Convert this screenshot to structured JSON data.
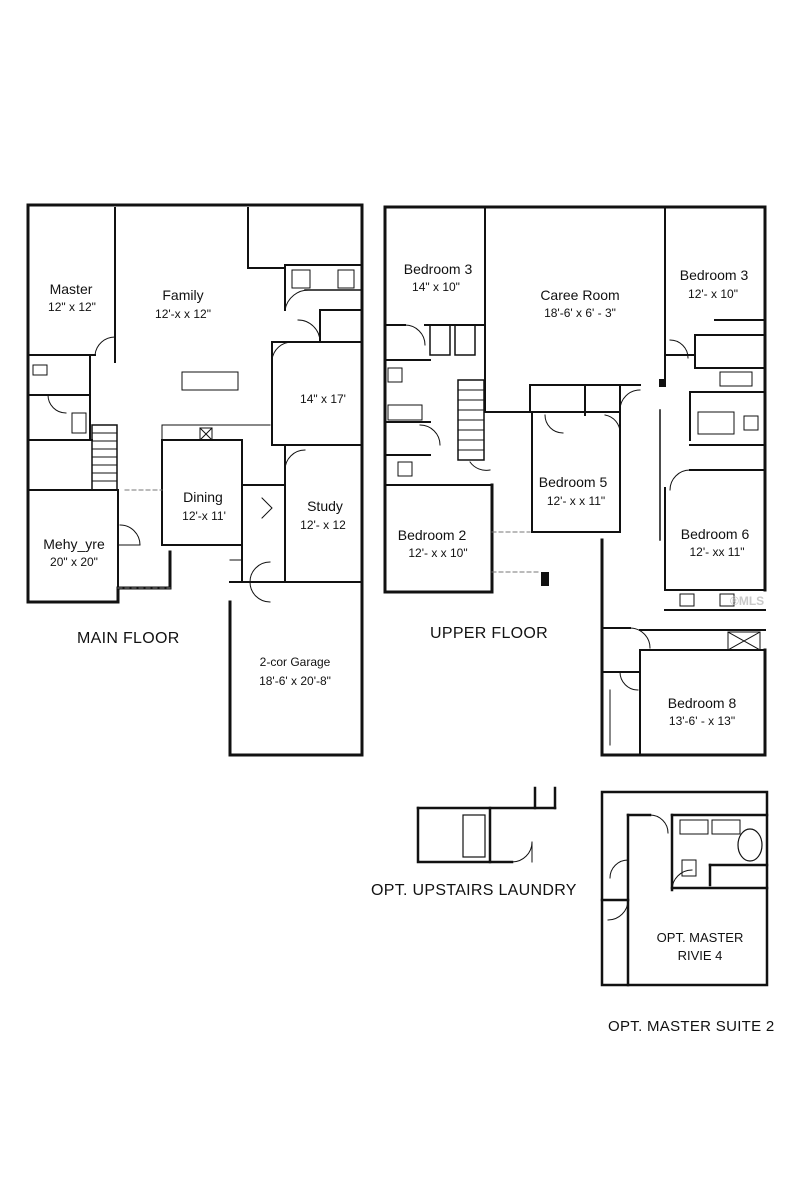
{
  "main_floor": {
    "caption": "MAIN FLOOR",
    "rooms": {
      "master": {
        "name": "Master",
        "dims": "12\" x 12\""
      },
      "family": {
        "name": "Family",
        "dims": "12'-x x 12\""
      },
      "room_14x17": {
        "dims": "14\" x 17'"
      },
      "dining": {
        "name": "Dining",
        "dims": "12'-x 11'"
      },
      "study": {
        "name": "Study",
        "dims": "12'- x 12"
      },
      "mehyyre": {
        "name": "Mehy_yre",
        "dims": "20\" x 20\""
      },
      "garage": {
        "name": "2-cor Garage",
        "dims": "18'-6' x 20'-8\""
      }
    }
  },
  "upper_floor": {
    "caption": "UPPER FLOOR",
    "rooms": {
      "bedroom3_left": {
        "name": "Bedroom 3",
        "dims": "14\" x 10\""
      },
      "care_room": {
        "name": "Caree Room",
        "dims": "18'-6' x 6' - 3\""
      },
      "bedroom3_right": {
        "name": "Bedroom 3",
        "dims": "12'- x 10\""
      },
      "bedroom5": {
        "name": "Bedroom 5",
        "dims": "12'- x x 11\""
      },
      "bedroom2": {
        "name": "Bedroom 2",
        "dims": "12'- x x 10\""
      },
      "bedroom6": {
        "name": "Bedroom 6",
        "dims": "12'- xx 11\""
      },
      "bedroom8": {
        "name": "Bedroom 8",
        "dims": "13'-6' - x 13\""
      }
    }
  },
  "opt_upstairs_laundry": {
    "caption": "OPT. UPSTAIRS LAUNDRY"
  },
  "opt_master_suite": {
    "caption": "OPT. MASTER SUITE 2",
    "label_line1": "OPT. MASTER",
    "label_line2": "RIVIE 4"
  },
  "watermark": "®MLS",
  "colors": {
    "wall": "#111111",
    "background": "#ffffff"
  }
}
